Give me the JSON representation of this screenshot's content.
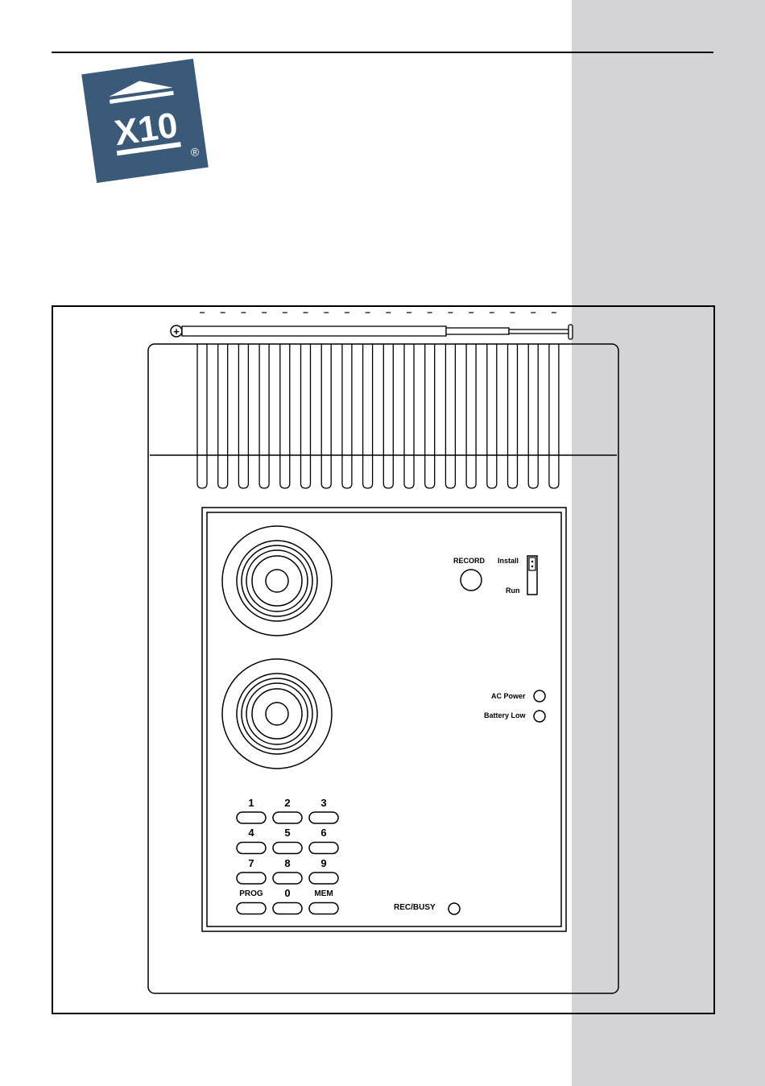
{
  "brand": {
    "logo_text": "X10",
    "registered": "®",
    "color": "#3b5a7a"
  },
  "panel": {
    "record_label": "RECORD",
    "switch": {
      "install_label": "Install",
      "run_label": "Run"
    },
    "leds": {
      "ac_power_label": "AC Power",
      "battery_low_label": "Battery Low",
      "rec_busy_label": "REC/BUSY"
    }
  },
  "keypad": {
    "keys": [
      "1",
      "2",
      "3",
      "4",
      "5",
      "6",
      "7",
      "8",
      "9",
      "PROG",
      "0",
      "MEM"
    ]
  },
  "antenna": {
    "terminal_symbol": "+"
  }
}
